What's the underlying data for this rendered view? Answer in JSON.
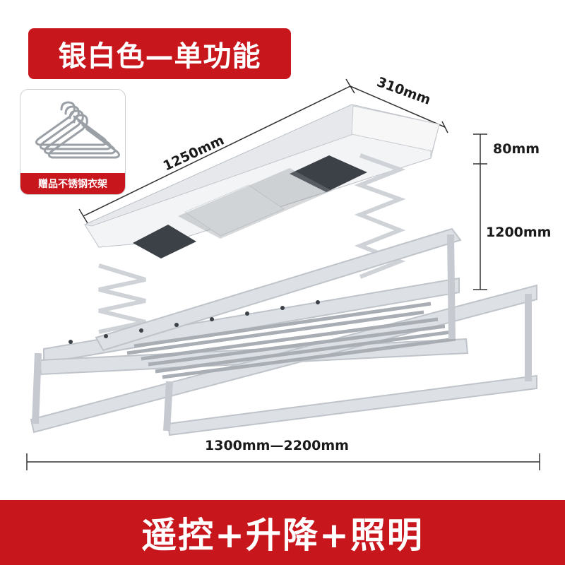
{
  "title": "银白色—单功能",
  "gift": {
    "label": "赠品不锈钢衣架"
  },
  "dimensions": {
    "length": "1250mm",
    "width": "310mm",
    "height_box": "80mm",
    "drop": "1200mm",
    "extend": "1300mm—2200mm"
  },
  "features": "遥控+升降+照明",
  "colors": {
    "accent": "#c8161d",
    "metal": "#d9dde2"
  }
}
